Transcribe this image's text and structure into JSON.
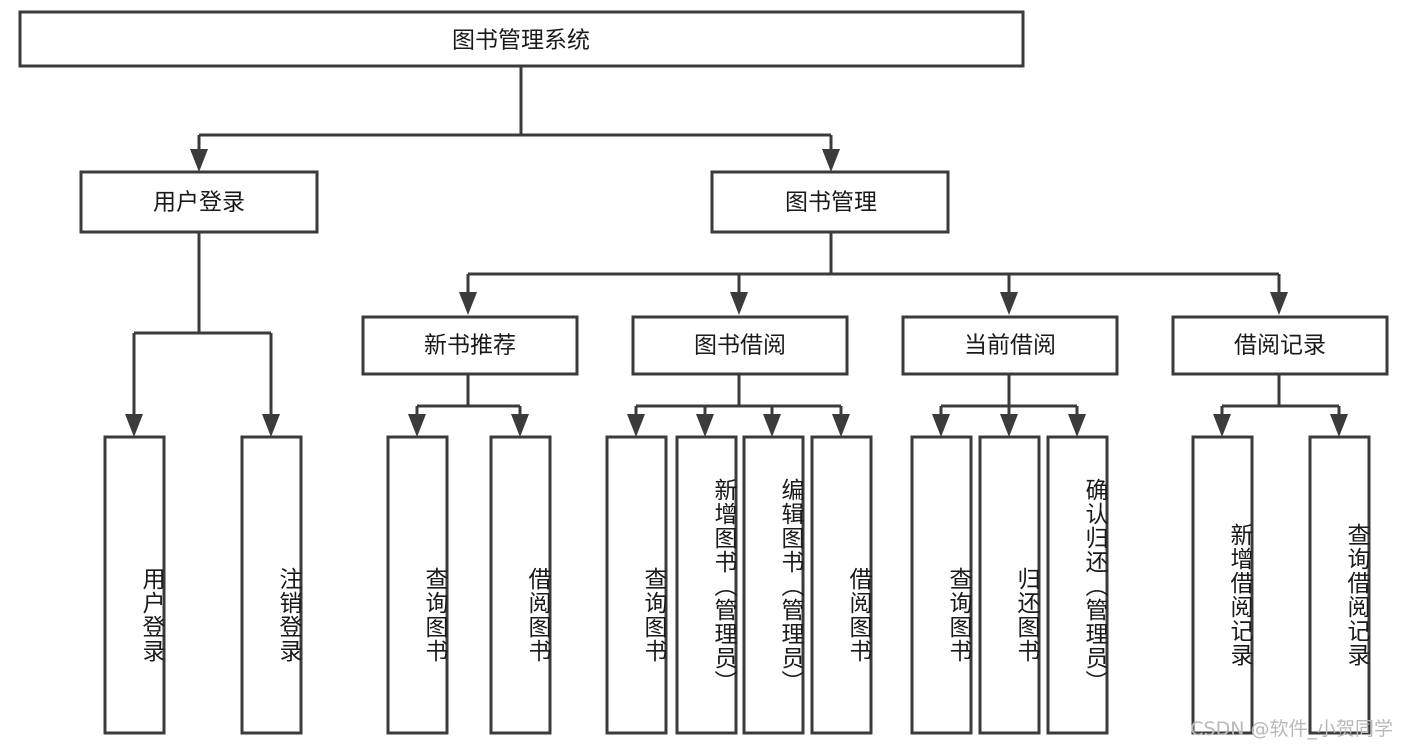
{
  "diagram": {
    "type": "tree-hierarchy-chart",
    "title": "图书管理系统",
    "colors": {
      "box_stroke": "#3b3b3b",
      "box_fill": "#ffffff",
      "text": "#1a1a1a",
      "connector": "#3b3b3b",
      "background": "#ffffff",
      "watermark": "#b9b9b9"
    },
    "root": {
      "label": "图书管理系统"
    },
    "level1": [
      {
        "id": "user-login",
        "label": "用户登录"
      },
      {
        "id": "book-management",
        "label": "图书管理"
      }
    ],
    "level2": [
      {
        "id": "new-book-recommend",
        "label": "新书推荐",
        "parent": "book-management"
      },
      {
        "id": "book-borrow",
        "label": "图书借阅",
        "parent": "book-management"
      },
      {
        "id": "current-borrow",
        "label": "当前借阅",
        "parent": "book-management"
      },
      {
        "id": "borrow-record",
        "label": "借阅记录",
        "parent": "book-management"
      }
    ],
    "leaves": [
      {
        "id": "leaf-user-login",
        "label": "用户登录",
        "parent": "user-login"
      },
      {
        "id": "leaf-logout-login",
        "label": "注销登录",
        "parent": "user-login"
      },
      {
        "id": "leaf-query-book-1",
        "label": "查询图书",
        "parent": "new-book-recommend"
      },
      {
        "id": "leaf-borrow-book-1",
        "label": "借阅图书",
        "parent": "new-book-recommend"
      },
      {
        "id": "leaf-query-book-2",
        "label": "查询图书",
        "parent": "book-borrow"
      },
      {
        "id": "leaf-add-book",
        "label": "新增图书（管理员）",
        "parent": "book-borrow"
      },
      {
        "id": "leaf-edit-book",
        "label": "编辑图书（管理员）",
        "parent": "book-borrow"
      },
      {
        "id": "leaf-borrow-book-2",
        "label": "借阅图书",
        "parent": "book-borrow"
      },
      {
        "id": "leaf-query-book-3",
        "label": "查询图书",
        "parent": "current-borrow"
      },
      {
        "id": "leaf-return-book",
        "label": "归还图书",
        "parent": "current-borrow"
      },
      {
        "id": "leaf-confirm-return",
        "label": "确认归还（管理员）",
        "parent": "current-borrow"
      },
      {
        "id": "leaf-add-record",
        "label": "新增借阅记录",
        "parent": "borrow-record"
      },
      {
        "id": "leaf-query-record",
        "label": "查询借阅记录",
        "parent": "borrow-record"
      }
    ]
  },
  "watermark": {
    "text": "CSDN @软件_小贺同学"
  }
}
